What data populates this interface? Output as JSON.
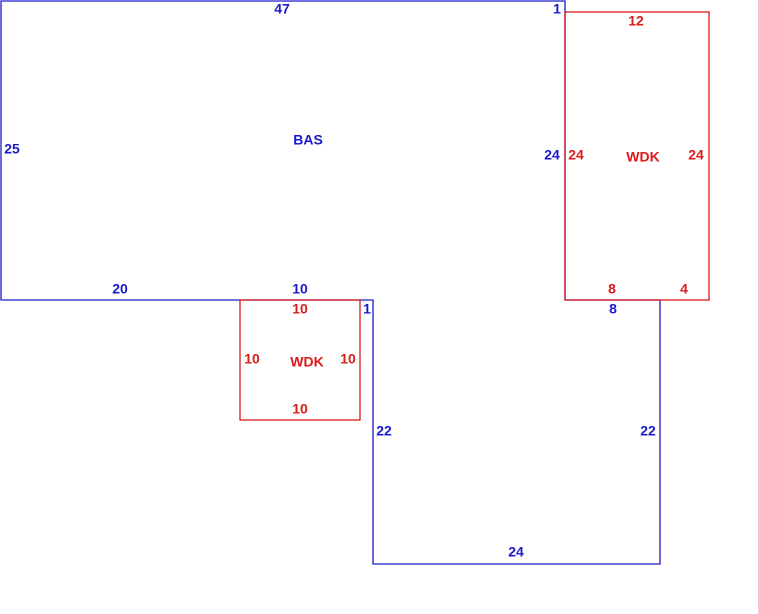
{
  "colors": {
    "main_area": "#1a1acd",
    "deck_area": "#dd1a1a",
    "background": "#ffffff"
  },
  "areas": {
    "bas": {
      "label": "BAS",
      "dims": {
        "top_47": "47",
        "left_25": "25",
        "bottom_20": "20",
        "bottom_10": "10",
        "step_1_top": "1",
        "step_1_mid": "1",
        "right_24": "24",
        "bottom_8": "8",
        "lower_left_22": "22",
        "lower_right_22": "22",
        "lower_bottom_24": "24"
      }
    },
    "wdk_right": {
      "label": "WDK",
      "dims": {
        "top_12": "12",
        "left_24": "24",
        "right_24": "24",
        "bottom_8": "8",
        "bottom_4": "4"
      }
    },
    "wdk_center": {
      "label": "WDK",
      "dims": {
        "top_10": "10",
        "left_10": "10",
        "right_10": "10",
        "bottom_10": "10"
      }
    }
  }
}
